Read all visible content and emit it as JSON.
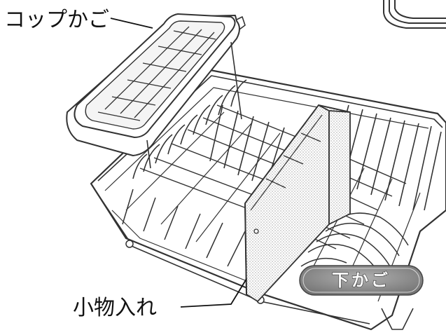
{
  "labels": {
    "cup_basket": "コップかご",
    "small_items": "小物入れ",
    "lower_basket": "下かご"
  },
  "colors": {
    "line": "#333333",
    "fill": "#ffffff",
    "badge": "#8a8a8a",
    "badge_text": "#ffffff"
  },
  "icons": {
    "cup_basket": "cup-basket-illustration",
    "lower_basket": "lower-rack-illustration",
    "small_items": "cutlery-basket-illustration"
  }
}
